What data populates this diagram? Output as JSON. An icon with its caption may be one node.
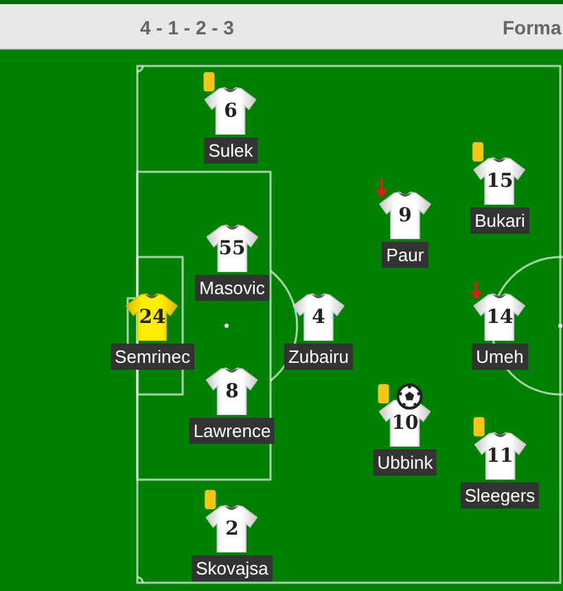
{
  "diagram": {
    "title": "4 - 1 - 2 - 3",
    "nodes": [
      {
        "text": [
          "6",
          "Sulek"
        ]
      },
      {
        "text": [
          "15",
          "Bukari"
        ]
      },
      {
        "text": [
          "9",
          "Paur"
        ]
      },
      {
        "text": [
          "55",
          "Masovic"
        ]
      },
      {
        "text": [
          "24",
          "Semrinec"
        ]
      },
      {
        "text": [
          "4",
          "Zubairu"
        ]
      },
      {
        "text": [
          "14",
          "Umeh"
        ]
      },
      {
        "text": [
          "8",
          "Lawrence"
        ]
      },
      {
        "text": [
          "10",
          "Ubbink"
        ]
      },
      {
        "text": [
          "11",
          "Sleegers"
        ]
      },
      {
        "text": [
          "2",
          "Skovajsa"
        ]
      }
    ],
    "labels": [
      "Forma"
    ]
  }
}
